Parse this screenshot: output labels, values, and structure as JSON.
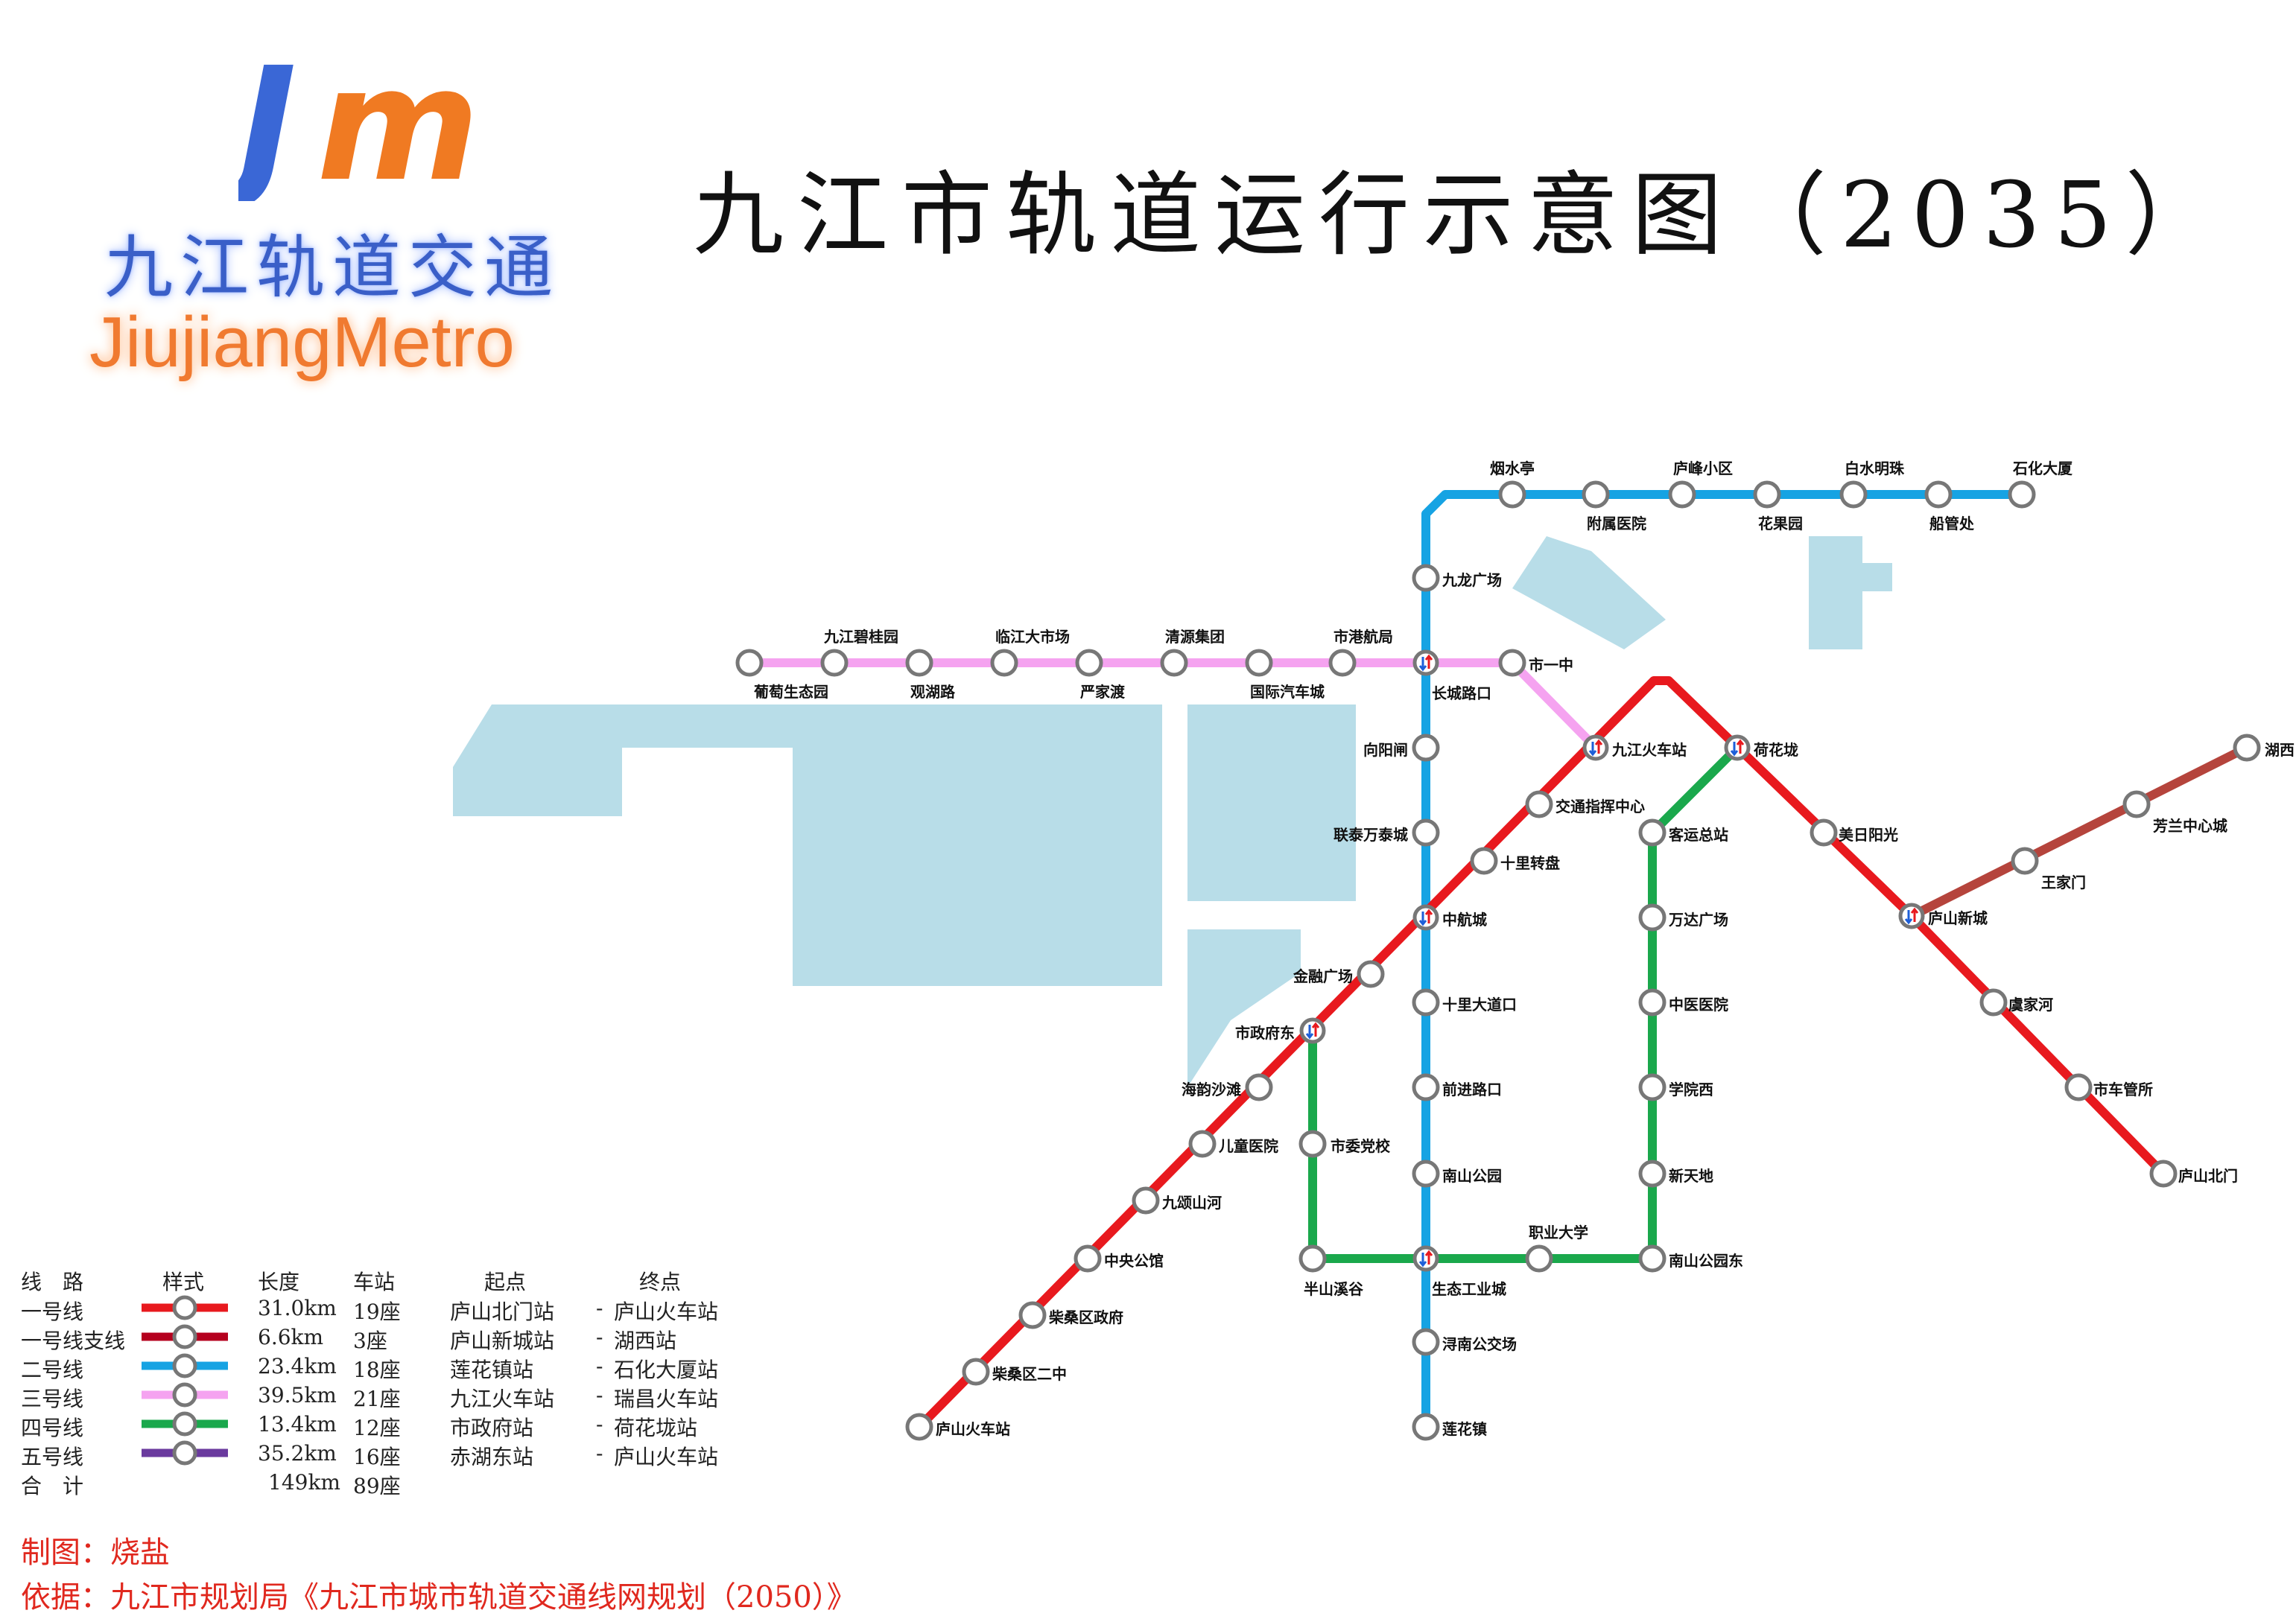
{
  "title": "九江市轨道运行示意图（2035）",
  "logo": {
    "mark": "Jm",
    "cn": "九江轨道交通",
    "en": "JiujiangMetro"
  },
  "colors": {
    "line1": "#e8191e",
    "line1b": "#b5443c",
    "line2": "#16a3e3",
    "line3": "#f5a3f0",
    "line4": "#1aa84c",
    "line5": "#6a3a9e",
    "water": "#b8dde8"
  },
  "legend": {
    "headers": [
      "线　路",
      "样式",
      "长度",
      "车站",
      "起点",
      "终点"
    ],
    "rows": [
      {
        "name": "一号线",
        "color": "#e8191e",
        "length": "31.0km",
        "stations": "19座",
        "from": "庐山北门站",
        "to": "庐山火车站"
      },
      {
        "name": "一号线支线",
        "color": "#b5001e",
        "length": "6.6km",
        "stations": "3座",
        "from": "庐山新城站",
        "to": "湖西站"
      },
      {
        "name": "二号线",
        "color": "#16a3e3",
        "length": "23.4km",
        "stations": "18座",
        "from": "莲花镇站",
        "to": "石化大厦站"
      },
      {
        "name": "三号线",
        "color": "#f5a3f0",
        "length": "39.5km",
        "stations": "21座",
        "from": "九江火车站",
        "to": "瑞昌火车站"
      },
      {
        "name": "四号线",
        "color": "#1aa84c",
        "length": "13.4km",
        "stations": "12座",
        "from": "市政府站",
        "to": "荷花垅站"
      },
      {
        "name": "五号线",
        "color": "#6a3a9e",
        "length": "35.2km",
        "stations": "16座",
        "from": "赤湖东站",
        "to": "庐山火车站"
      }
    ],
    "total": {
      "name": "合　计",
      "length": "149km",
      "stations": "89座"
    },
    "dash": "-"
  },
  "credits": {
    "author": "制图：烧盐",
    "source": "依据：九江市规划局《九江市城市轨道交通线网规划（2050）》"
  },
  "lines": {
    "line1": [
      "庐山北门",
      "市车管所",
      "虞家河",
      "庐山新城",
      "美日阳光",
      "荷花垅",
      "九江火车站",
      "交通指挥中心",
      "十里转盘",
      "中航城",
      "金融广场",
      "市政府东",
      "海韵沙滩",
      "儿童医院",
      "九颂山河",
      "中央公馆",
      "柴桑区政府",
      "柴桑区二中",
      "庐山火车站"
    ],
    "line1b": [
      "庐山新城",
      "王家门",
      "芳兰中心城",
      "湖西"
    ],
    "line2": [
      "莲花镇",
      "浔南公交场",
      "生态工业城",
      "南山公园",
      "前进路口",
      "十里大道口",
      "中航城",
      "联泰万泰城",
      "向阳闸",
      "长城路口",
      "九龙广场",
      "烟水亭",
      "附属医院",
      "庐峰小区",
      "花果园",
      "白水明珠",
      "船管处",
      "石化大厦"
    ],
    "line3": [
      "葡萄生态园",
      "九江碧桂园",
      "观湖路",
      "临江大市场",
      "严家渡",
      "清源集团",
      "国际汽车城",
      "市港航局",
      "长城路口",
      "市一中",
      "九江火车站"
    ],
    "line4": [
      "市政府东",
      "市委党校",
      "半山溪谷",
      "生态工业城",
      "职业大学",
      "南山公园东",
      "新天地",
      "学院西",
      "中医医院",
      "万达广场",
      "客运总站",
      "荷花垅"
    ]
  }
}
